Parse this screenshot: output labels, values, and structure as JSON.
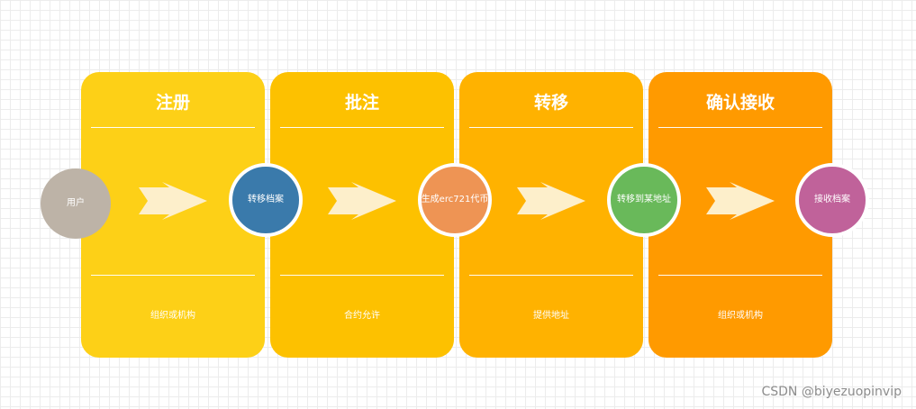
{
  "stages": [
    {
      "title": "注册",
      "caption": "组织或机构",
      "color": "#FDD017"
    },
    {
      "title": "批注",
      "caption": "合约允许",
      "color": "#FDC100"
    },
    {
      "title": "转移",
      "caption": "提供地址",
      "color": "#FFB200"
    },
    {
      "title": "确认接收",
      "caption": "组织或机构",
      "color": "#FF9A00"
    }
  ],
  "nodes": [
    {
      "label": "用户",
      "color": "#BDB3A7"
    },
    {
      "label": "转移档案",
      "color": "#3A7AAB"
    },
    {
      "label": "生成erc721代币",
      "color": "#EE9454"
    },
    {
      "label": "转移到某地址",
      "color": "#69B95A"
    },
    {
      "label": "接收档案",
      "color": "#C0629A"
    }
  ],
  "arrow_color": "#FDEFCB",
  "watermark": "CSDN @biyezuopinvip"
}
